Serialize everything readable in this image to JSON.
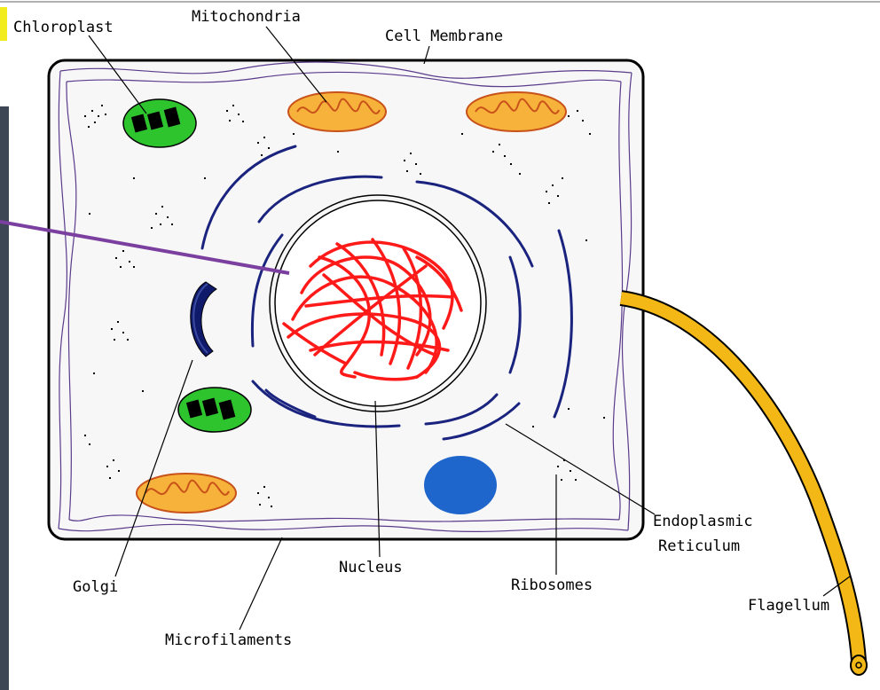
{
  "diagram": {
    "labels": {
      "chloroplast": "Chloroplast",
      "mitochondria": "Mitochondria",
      "cell_membrane": "Cell Membrane",
      "endoplasmic_line1": "Endoplasmic",
      "endoplasmic_line2": "Reticulum",
      "nucleus": "Nucleus",
      "golgi": "Golgi",
      "ribosomes": "Ribosomes",
      "flagellum": "Flagellum",
      "microfilaments": "Microfilaments"
    },
    "colors": {
      "nucleus_chromatin": "#ff1a1a",
      "chloroplast": "#2ec42e",
      "mitochondria": "#f7b23b",
      "mitochondria_outline": "#c8521a",
      "golgi": "#101a6b",
      "er": "#1a237e",
      "vacuole": "#1f66cc",
      "flagellum": "#f3b716",
      "membrane": "#5a3b8c",
      "pointer": "#7b3fa0",
      "left_panel": "#3c4654",
      "corner_mark": "#f2ec1e"
    }
  }
}
